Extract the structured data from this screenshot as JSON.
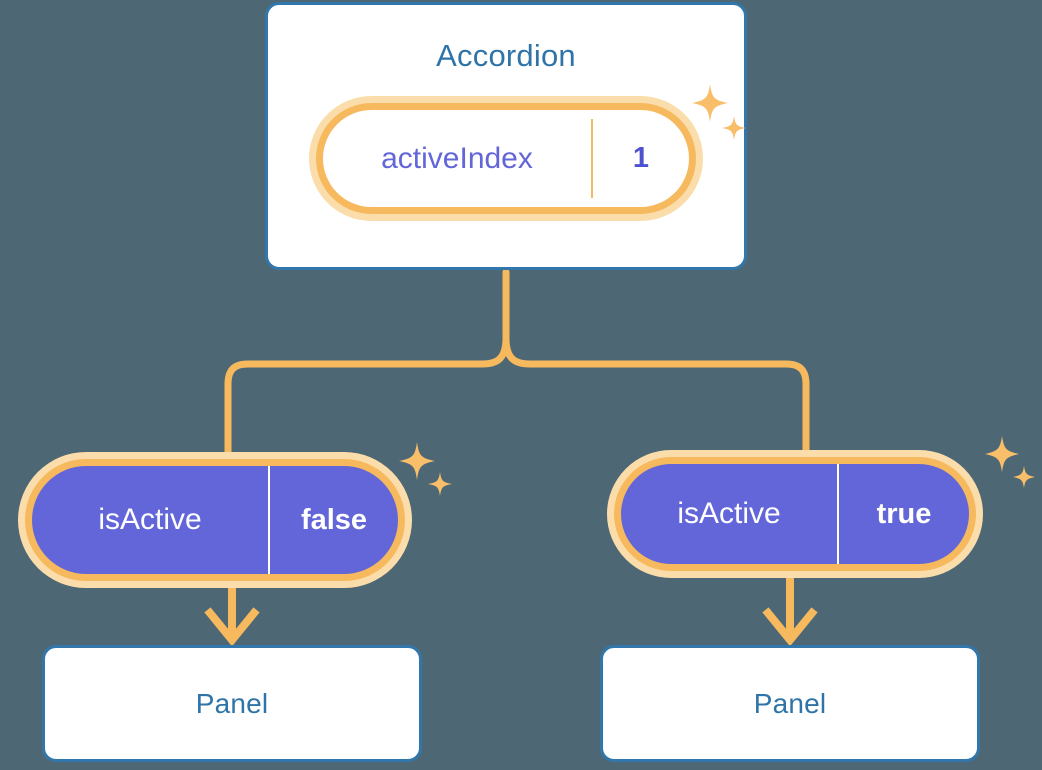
{
  "diagram": {
    "title_node": "Accordion",
    "background_color": "#4d6874",
    "accent_orange": "#f7b95e",
    "accent_orange_soft": "#fbddab",
    "node_blue": "#2f74a8",
    "state_purple": "#6366d8"
  },
  "accordion": {
    "label": "Accordion",
    "state": {
      "key": "activeIndex",
      "value": "1"
    }
  },
  "branches": [
    {
      "state": {
        "key": "isActive",
        "value": "false"
      },
      "child": {
        "label": "Panel"
      }
    },
    {
      "state": {
        "key": "isActive",
        "value": "true"
      },
      "child": {
        "label": "Panel"
      }
    }
  ],
  "icons": {
    "sparkle": "sparkle-icon",
    "arrow_down": "arrow-down-icon"
  }
}
